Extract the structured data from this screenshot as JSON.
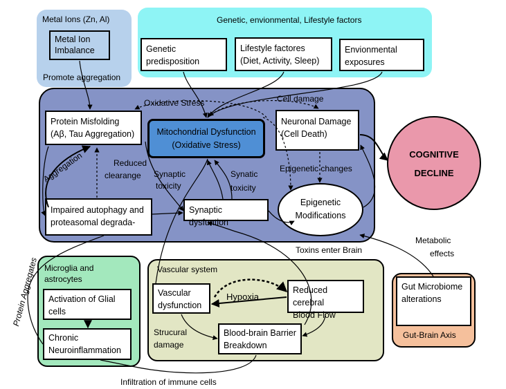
{
  "regions": {
    "metal": {
      "title": "Metal Ions (Zn, Al)",
      "sub": "Promote aggregation"
    },
    "genetic": {
      "title": "Genetic, envionmental, Lifestyle factors"
    },
    "microglia": {
      "title_line1": "Microglia and",
      "title_line2": "astrocytes"
    },
    "vascular": {
      "title": "Vascular system"
    },
    "gut": {
      "title": "Gut-Brain Axis"
    }
  },
  "boxes": {
    "metal_ion_imbalance": [
      "Metal Ion",
      "Imbalance"
    ],
    "genetic_predisposition": [
      "Genetic",
      "predisposition"
    ],
    "lifestyle_factors": [
      "Lifestyle factores",
      "(Diet, Activity, Sleep)"
    ],
    "environmental_exposures": [
      "Envionmental",
      "exposures"
    ],
    "protein_misfolding": [
      "Protein Misfolding",
      "(Aβ, Tau Aggregation)"
    ],
    "mitochondrial_dysfunction": [
      "Mitochondrial Dysfunction",
      "(Oxidative Stress)"
    ],
    "neuronal_damage": [
      "Neuronal Damage",
      "(Cell Death)"
    ],
    "impaired_autophagy": [
      "Impaired autophagy and",
      "proteasomal degrada-"
    ],
    "synaptic_dysfunction": [
      "Synaptic dysfuntion"
    ],
    "epigenetic_modifications": [
      "Epigenetic",
      "Modifications"
    ],
    "cognitive_decline": [
      "COGNITIVE",
      "DECLINE"
    ],
    "activation_glial": [
      "Activation of Glial",
      "cells"
    ],
    "chronic_neuroinflammation": [
      "Chronic",
      "Neuroinflammation"
    ],
    "vascular_dysfunction": [
      "Vascular",
      "dysfunction"
    ],
    "reduced_blood_flow": [
      "Reduced cerebral",
      "Blood  Flow"
    ],
    "bbb_breakdown": [
      "Blood-brain Barrier",
      "Breakdown"
    ],
    "gut_microbiome": [
      "Gut Microbiome",
      "alterations"
    ]
  },
  "labels": {
    "oxidative_stress": "Oxidative Stress",
    "cell_damage": "Cell damage",
    "epigenetic_changes": "Epigenetic changes",
    "aggregation": "Aggregation",
    "reduced_clearance": [
      "Reduced",
      "clearange"
    ],
    "synaptic_toxicity_left": [
      "Synaptic",
      "toxicity"
    ],
    "synaptic_toxicity_right": [
      "Synatic",
      "toxicity"
    ],
    "toxins_enter_brain": "Toxins enter Brain",
    "metabolic_effects": [
      "Metabolic",
      "effects"
    ],
    "protein_aggregates": "Protein Aggregates",
    "hypoxia": "Hypoxia",
    "strucural_damage": [
      "Strucural",
      "damage"
    ],
    "infiltration": "Infiltration of immune cells"
  },
  "colors": {
    "metal_region": "#b7d1ec",
    "genetic_region": "#8ef4f5",
    "brain_region": "#8593c6",
    "microglia_region": "#a3e8bd",
    "vascular_region": "#e2e6c4",
    "gut_region": "#f5c09c",
    "mito_box": "#4f8fd5",
    "cognitive": "#ea98ab"
  }
}
